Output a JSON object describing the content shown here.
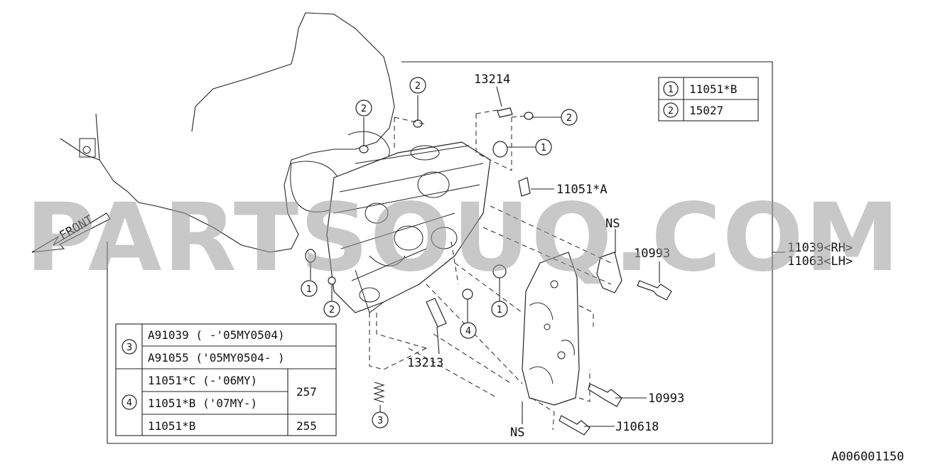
{
  "diagram_code": "A006001150",
  "watermark_text": "PARTSOUQ.COM",
  "front_label": "FRONT",
  "callouts": {
    "c13214": "13214",
    "c11051A": "11051*A",
    "ns_top": "NS",
    "c10993_top": "10993",
    "c11039": "11039<RH>",
    "c11063": "11063<LH>",
    "c13213": "13213",
    "c10993_bottom": "10993",
    "cJ10618": "J10618",
    "ns_bottom": "NS"
  },
  "circle_refs": {
    "r1": "1",
    "r2": "2",
    "r3": "3",
    "r4": "4"
  },
  "legend_top": {
    "rows": [
      {
        "ref": "1",
        "part": "11051*B"
      },
      {
        "ref": "2",
        "part": "15027"
      }
    ]
  },
  "legend_bottom": {
    "group3": {
      "ref": "3",
      "rows": [
        "A91039 ( -'05MY0504)",
        "A91055 ('05MY0504- )"
      ]
    },
    "group4": {
      "ref": "4",
      "rows": [
        "11051*C (-'06MY)",
        "11051*B ('07MY-)",
        "11051*B"
      ],
      "qty_a": "257",
      "qty_b": "255"
    }
  }
}
